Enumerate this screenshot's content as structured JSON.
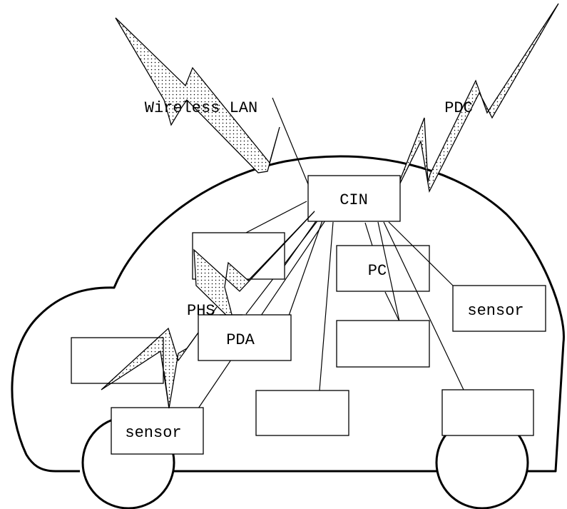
{
  "labels": {
    "wireless_lan": "Wireless LAN",
    "pdc": "PDC",
    "cin": "CIN",
    "pc": "PC",
    "sensor_right": "sensor",
    "phs": "PHS",
    "pda": "PDA",
    "sensor_bottom": "sensor"
  },
  "colors": {
    "stroke": "#000000",
    "background": "#ffffff",
    "dot_pattern": "#000000"
  }
}
